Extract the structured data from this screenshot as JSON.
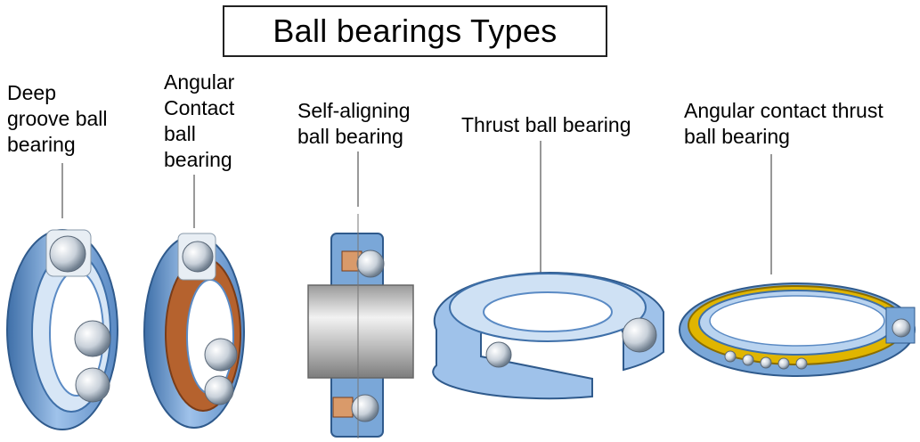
{
  "title": "Ball bearings Types",
  "labels": {
    "deep_groove": "Deep\ngroove ball\nbearing",
    "angular_contact": "Angular\nContact\nball\nbearing",
    "self_aligning": "Self-aligning\nball bearing",
    "thrust": "Thrust ball bearing",
    "angular_thrust": "Angular contact thrust\nball bearing"
  },
  "colors": {
    "ring_blue": "#7aa7d8",
    "ring_light": "#b9d3ef",
    "ring_dark": "#3e6fa8",
    "ball": "#cfd6de",
    "cage_copper": "#b5622e",
    "cage_gold": "#e0b500",
    "shaft": "#c8c8c8"
  }
}
